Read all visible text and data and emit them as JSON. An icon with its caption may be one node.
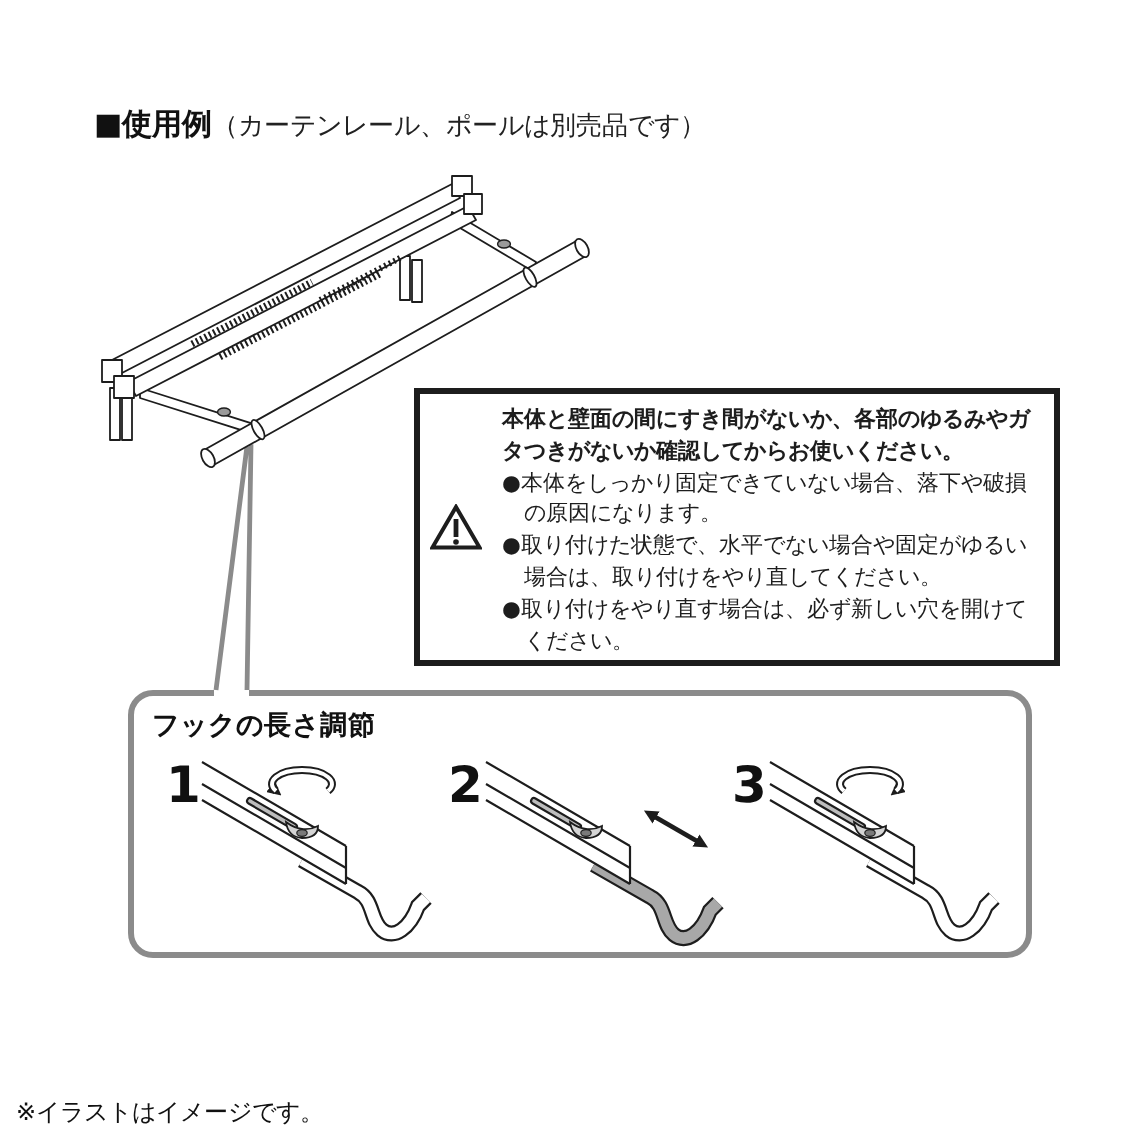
{
  "diagram": {
    "title": "**■使用例**（カーテンレール、ポールは別売品です）",
    "caption": "※イラストはイメージです。",
    "nodes": [
      {
        "text": [],
        "shape": "picture"
      },
      {
        "text": [
          "本体と壁面の間にすき間がないか、各部のゆるみやガタつきがないか確認してからお使いください。",
          "●本体をしっかり固定できていない場合、落下や破損の原因になります。",
          "●取り付けた状態で、水平でない場合や固定がゆるい場合は、取り付けをやり直してください。",
          "●取り付けをやり直す場合は、必ず新しい穴を開けてください。"
        ]
      },
      {
        "text": [
          "フックの長さ調節"
        ]
      }
    ],
    "edges": [
      {
        "from": 0,
        "to": 2,
        "arrow": "none"
      }
    ],
    "labels": [
      "1",
      "2",
      "3"
    ]
  }
}
